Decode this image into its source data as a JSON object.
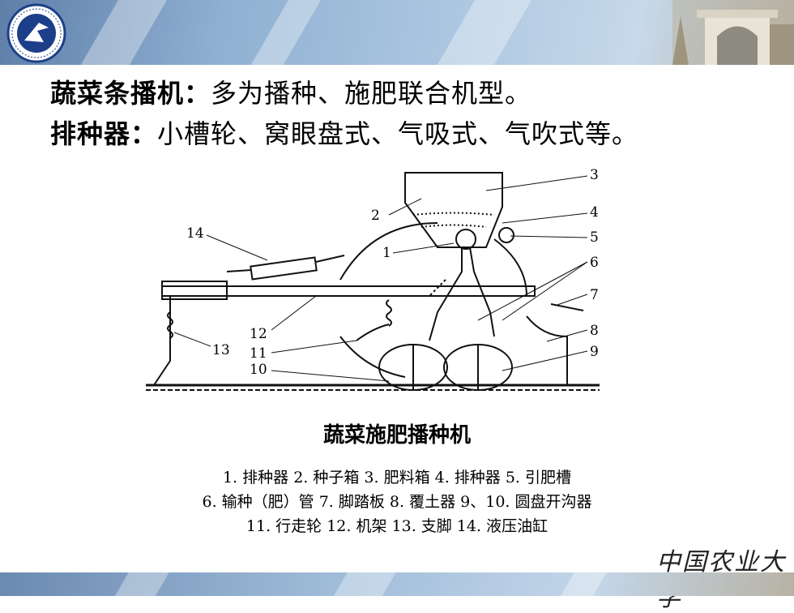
{
  "line1": {
    "term": "蔬菜条播机：",
    "desc": "多为播种、施肥联合机型。"
  },
  "line2": {
    "term": "排种器：",
    "desc": "小槽轮、窝眼盘式、气吸式、气吹式等。"
  },
  "figure": {
    "callouts": [
      "1",
      "2",
      "3",
      "4",
      "5",
      "6",
      "7",
      "8",
      "9",
      "10",
      "11",
      "12",
      "13",
      "14"
    ],
    "title": "蔬菜施肥播种机"
  },
  "legend": {
    "line1": "1. 排种器  2. 种子箱  3. 肥料箱  4. 排种器  5. 引肥槽",
    "line2": "6. 输种（肥）管  7. 脚踏板  8. 覆土器  9、10. 圆盘开沟器",
    "line3": "11. 行走轮  12. 机架  13. 支脚  14. 液压油缸"
  },
  "branding": {
    "seal": "中国农业大学"
  },
  "colors": {
    "banner_dark": "#5e7fa8",
    "banner_light": "#c7d9ea",
    "text": "#000000"
  }
}
